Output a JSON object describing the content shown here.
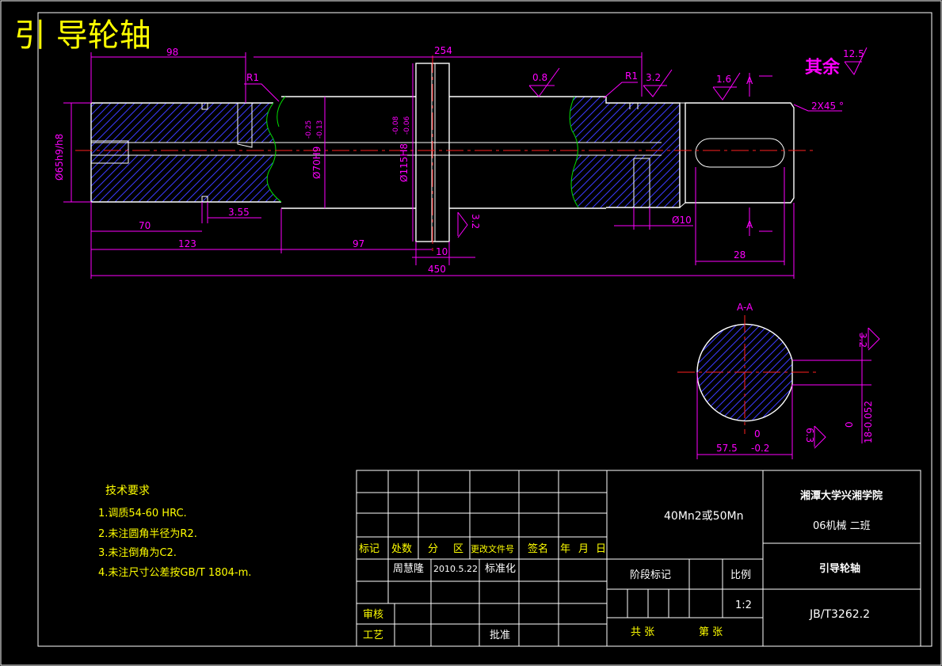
{
  "title": "引 导轮轴",
  "surface_finish_rest": {
    "label": "其余",
    "value": "12.5"
  },
  "dimensions": {
    "d98": "98",
    "d254": "254",
    "d70": "70",
    "d123": "123",
    "d97": "97",
    "d10": "10",
    "d450": "450",
    "d355": "3.55",
    "d28": "28",
    "phi10": "Ø10",
    "r1_left": "R1",
    "r1_right": "R1",
    "chamfer": "2X45 °",
    "dia65": "Ø65h9/h8",
    "dia70": "Ø70H9",
    "dia70_tol_up": "-0.25",
    "dia70_tol_lo": "-0.13",
    "dia115": "Ø115H8",
    "dia115_tol_up": "-0.08",
    "dia115_tol_lo": "-0.06",
    "ra08": "0.8",
    "ra32_top": "3.2",
    "ra16": "1.6",
    "ra32_side": "3.2",
    "section_mark_top": "A",
    "section_mark_bottom": "A"
  },
  "section": {
    "title": "A-A",
    "ra_key": "3.2",
    "ra_bottom": "6.3",
    "width_val": "57.5",
    "width_tol_up": "0",
    "width_tol_lo": "-0.2",
    "key_upper": "0",
    "key_lower": "18-0.052"
  },
  "tech_req": {
    "heading": "技术要求",
    "items": [
      "1.调质54-60 HRC.",
      "2.未注圆角半径为R2.",
      "3.未注倒角为C2.",
      "4.未注尺寸公差按GB/T 1804-m."
    ]
  },
  "title_block": {
    "material": "40Mn2或50Mn",
    "school": "湘潭大学兴湘学院",
    "class": "06机械 二班",
    "part_name": "引导轮轴",
    "drawing_no": "JB/T3262.2",
    "headers": [
      "标记",
      "处数",
      "分",
      "区",
      "更改文件号",
      "签名",
      "年",
      "月",
      "日"
    ],
    "designer": "周慧隆",
    "date": "2010.5.22",
    "standardize": "标准化",
    "stage_mark": "阶段标记",
    "scale_label": "比例",
    "scale_value": "1:2",
    "review": "审核",
    "process": "工艺",
    "approve": "批准",
    "total_sheets": "共 张",
    "sheet_no": "第 张"
  }
}
